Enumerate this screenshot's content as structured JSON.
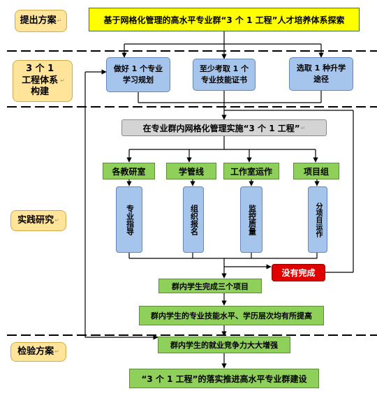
{
  "phases": {
    "propose": "提出方案",
    "system": "3 个 1 工程体系构建",
    "practice": "实践研究",
    "verify": "检验方案"
  },
  "top_box": "基于网格化管理的高水平专业群“3 个 1 工程”人才培养体系探索",
  "goals": [
    "做好 1 个专业学习规划",
    "至少考取 1 个专业技能证书",
    "选取 1 种升学途径"
  ],
  "implement": "在专业群内网格化管理实施“3 个 1 工程”",
  "groups": [
    {
      "title": "各教研室",
      "duty": "专业指导"
    },
    {
      "title": "学管线",
      "duty": "组织报名"
    },
    {
      "title": "工作室运作",
      "duty": "监控质量"
    },
    {
      "title": "项目组",
      "duty": "分项目运作"
    }
  ],
  "not_done": "没有完成",
  "outcomes": [
    "群内学生完成三个项目",
    "群内学生的专业技能水平、学历层次均有所提高",
    "群内学生的就业竞争力大大增强"
  ],
  "final": "“3 个 1 工程”的落实推进高水平专业群建设",
  "return_mark": "↵",
  "colors": {
    "phase": "#ffe49a",
    "top": "#ffff00",
    "goal": "#a6c5ec",
    "implement": "#d4d4d4",
    "outcome": "#8fd05b",
    "alert": "#e00000",
    "line": "#000000"
  }
}
